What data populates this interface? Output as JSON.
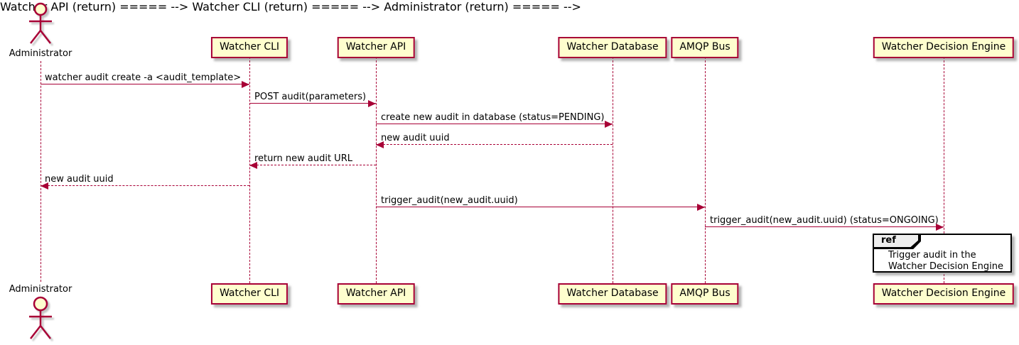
{
  "diagram": {
    "type": "sequence",
    "colors": {
      "participant_fill": "#fefece",
      "participant_border": "#a80036",
      "arrow": "#a80036",
      "lifeline": "#a80036",
      "text": "#000000",
      "ref_fill": "#ffffff",
      "ref_border": "#000000",
      "ref_header_fill": "#eeeeee",
      "background": "#ffffff"
    },
    "participants": [
      {
        "name": "Administrator",
        "kind": "actor"
      },
      {
        "name": "Watcher CLI",
        "kind": "participant"
      },
      {
        "name": "Watcher API",
        "kind": "participant"
      },
      {
        "name": "Watcher Database",
        "kind": "participant"
      },
      {
        "name": "AMQP Bus",
        "kind": "participant"
      },
      {
        "name": "Watcher Decision Engine",
        "kind": "participant"
      }
    ],
    "messages": [
      {
        "from": "Administrator",
        "to": "Watcher CLI",
        "label": "watcher audit create -a <audit_template>",
        "line": "solid"
      },
      {
        "from": "Watcher CLI",
        "to": "Watcher API",
        "label": "POST audit(parameters)",
        "line": "solid"
      },
      {
        "from": "Watcher API",
        "to": "Watcher Database",
        "label": "create new audit in database (status=PENDING)",
        "line": "solid"
      },
      {
        "from": "Watcher Database",
        "to": "Watcher API",
        "label": "new audit uuid",
        "line": "dashed"
      },
      {
        "from": "Watcher API",
        "to": "Watcher CLI",
        "label": "return new audit URL",
        "line": "dashed"
      },
      {
        "from": "Watcher CLI",
        "to": "Administrator",
        "label": "new audit uuid",
        "line": "dashed"
      },
      {
        "from": "Watcher API",
        "to": "AMQP Bus",
        "label": "trigger_audit(new_audit.uuid)",
        "line": "solid"
      },
      {
        "from": "AMQP Bus",
        "to": "Watcher Decision Engine",
        "label": "trigger_audit(new_audit.uuid) (status=ONGOING)",
        "line": "solid"
      }
    ],
    "ref": {
      "keyword": "ref",
      "over": "Watcher Decision Engine",
      "lines": [
        "Trigger audit in the",
        "Watcher Decision Engine"
      ]
    }
  }
}
